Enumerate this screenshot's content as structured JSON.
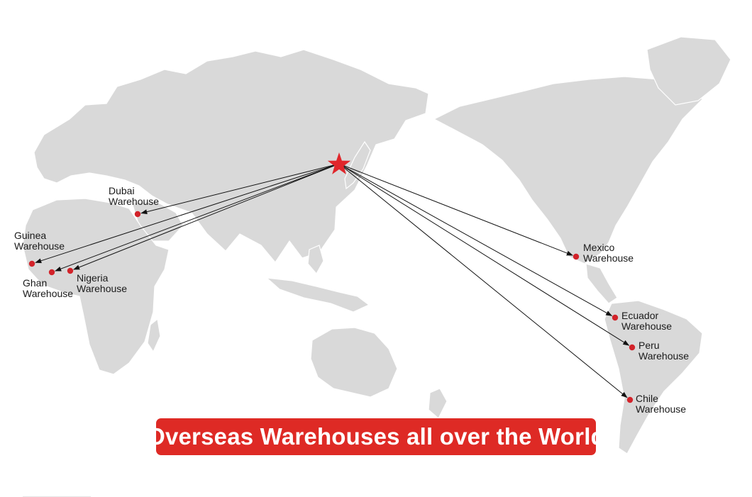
{
  "banner": {
    "text": "Overseas Warehouses all over the World"
  },
  "origin": {
    "icon": "star-icon",
    "color": "#e0262b"
  },
  "colors": {
    "land": "#d9d9d9",
    "route": "#111111",
    "marker": "#d2232a",
    "banner": "#de2a25"
  },
  "warehouses": [
    {
      "id": "dubai",
      "line1": "Dubai",
      "line2": "Warehouse"
    },
    {
      "id": "guinea",
      "line1": "Guinea",
      "line2": "Warehouse"
    },
    {
      "id": "ghana",
      "line1": "Ghan",
      "line2": "Warehouse"
    },
    {
      "id": "nigeria",
      "line1": "Nigeria",
      "line2": "Warehouse"
    },
    {
      "id": "mexico",
      "line1": "Mexico",
      "line2": "Warehouse"
    },
    {
      "id": "ecuador",
      "line1": "Ecuador",
      "line2": "Warehouse"
    },
    {
      "id": "peru",
      "line1": "Peru",
      "line2": "Warehouse"
    },
    {
      "id": "chile",
      "line1": "Chile",
      "line2": "Warehouse"
    }
  ]
}
